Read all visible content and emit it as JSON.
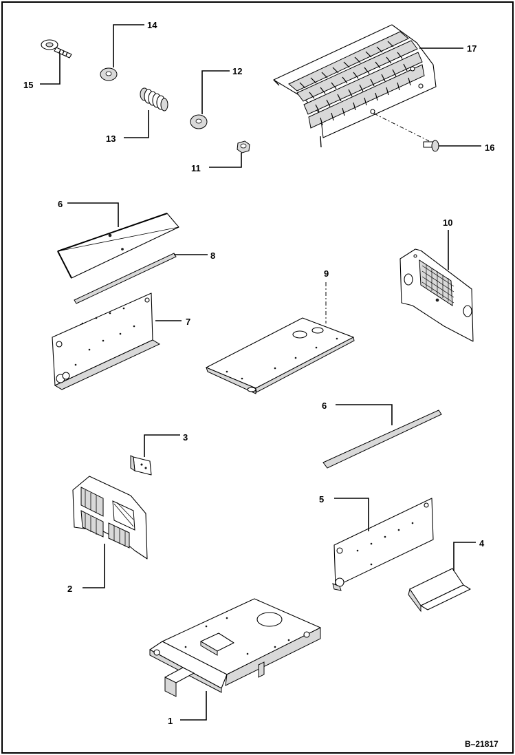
{
  "document_number": "B–21817",
  "labels": {
    "l1": "1",
    "l2": "2",
    "l3": "3",
    "l4": "4",
    "l5": "5",
    "l6a": "6",
    "l6b": "6",
    "l7": "7",
    "l8": "8",
    "l9": "9",
    "l10": "10",
    "l11": "11",
    "l12": "12",
    "l13": "13",
    "l14": "14",
    "l15": "15",
    "l16": "16",
    "l17": "17"
  }
}
